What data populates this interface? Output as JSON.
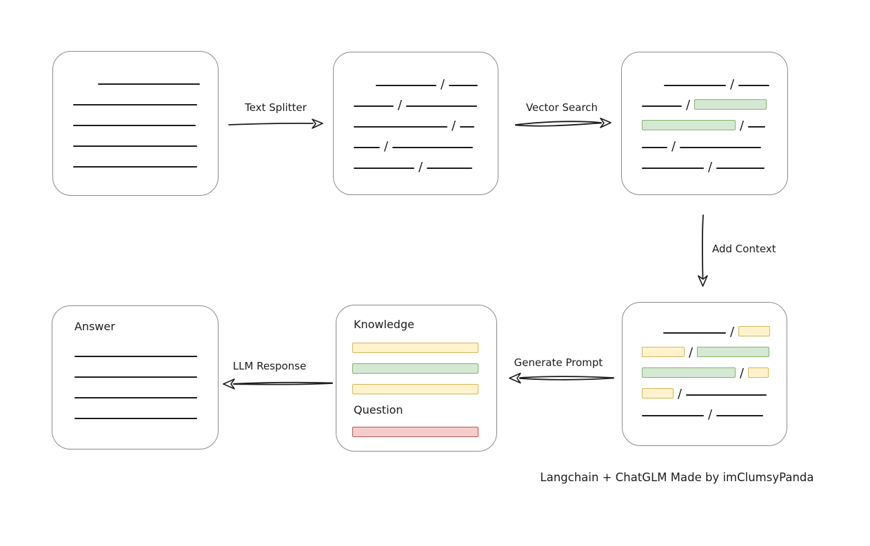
{
  "caption": "Langchain + ChatGLM Made by imClumsyPanda",
  "labels": {
    "text_splitter": "Text Splitter",
    "vector_search": "Vector Search",
    "add_context": "Add Context",
    "generate_prompt": "Generate Prompt",
    "llm_response": "LLM Response",
    "knowledge": "Knowledge",
    "question": "Question",
    "answer": "Answer"
  },
  "colors": {
    "canvas_bg": "#ffffff",
    "box_border": "#8a8a8a",
    "stroke": "#1b1b1b",
    "green_fill": "#d5e8d4",
    "green_border": "#82b366",
    "yellow_fill": "#fff2cc",
    "yellow_border": "#d6b656",
    "red_fill": "#f4cccc",
    "red_border": "#b85450"
  },
  "boxes": {
    "document": {
      "rows": [
        [
          {
            "t": "space",
            "w": 30
          },
          {
            "t": "line",
            "w": 148
          }
        ],
        [
          {
            "t": "line",
            "w": 180
          }
        ],
        [
          {
            "t": "line",
            "w": 178
          }
        ],
        [
          {
            "t": "line",
            "w": 180
          }
        ],
        [
          {
            "t": "line",
            "w": 180
          }
        ]
      ]
    },
    "split_chunks": {
      "rows": [
        [
          {
            "t": "space",
            "w": 26
          },
          {
            "t": "line",
            "w": 88
          },
          {
            "t": "slash"
          },
          {
            "t": "line",
            "w": 42
          }
        ],
        [
          {
            "t": "line",
            "w": 58
          },
          {
            "t": "slash"
          },
          {
            "t": "line",
            "w": 103
          }
        ],
        [
          {
            "t": "line",
            "w": 136
          },
          {
            "t": "slash"
          },
          {
            "t": "line",
            "w": 21
          }
        ],
        [
          {
            "t": "line",
            "w": 38
          },
          {
            "t": "slash"
          },
          {
            "t": "line",
            "w": 117
          }
        ],
        [
          {
            "t": "line",
            "w": 88
          },
          {
            "t": "slash"
          },
          {
            "t": "line",
            "w": 66
          }
        ]
      ]
    },
    "matched_chunks": {
      "rows": [
        [
          {
            "t": "space",
            "w": 26
          },
          {
            "t": "line",
            "w": 90
          },
          {
            "t": "slash"
          },
          {
            "t": "line",
            "w": 45
          }
        ],
        [
          {
            "t": "line",
            "w": 58
          },
          {
            "t": "slash"
          },
          {
            "t": "chunk",
            "c": "green",
            "w": 105
          }
        ],
        [
          {
            "t": "chunk",
            "c": "green",
            "w": 136
          },
          {
            "t": "slash"
          },
          {
            "t": "line",
            "w": 25
          }
        ],
        [
          {
            "t": "line",
            "w": 37
          },
          {
            "t": "slash"
          },
          {
            "t": "line",
            "w": 118
          }
        ],
        [
          {
            "t": "line",
            "w": 90
          },
          {
            "t": "slash"
          },
          {
            "t": "line",
            "w": 70
          }
        ]
      ]
    },
    "context_chunks": {
      "rows": [
        [
          {
            "t": "space",
            "w": 26
          },
          {
            "t": "line",
            "w": 93
          },
          {
            "t": "slash"
          },
          {
            "t": "chunk",
            "c": "yellow",
            "w": 47
          }
        ],
        [
          {
            "t": "chunk",
            "c": "yellow",
            "w": 62
          },
          {
            "t": "slash"
          },
          {
            "t": "chunk",
            "c": "green",
            "w": 105
          }
        ],
        [
          {
            "t": "chunk",
            "c": "green",
            "w": 136
          },
          {
            "t": "slash"
          },
          {
            "t": "chunk",
            "c": "yellow",
            "w": 30
          }
        ],
        [
          {
            "t": "chunk",
            "c": "yellow",
            "w": 46
          },
          {
            "t": "slash"
          },
          {
            "t": "line",
            "w": 117
          }
        ],
        [
          {
            "t": "line",
            "w": 90
          },
          {
            "t": "slash"
          },
          {
            "t": "line",
            "w": 68
          }
        ]
      ]
    },
    "prompt": {
      "knowledge_rows": [
        [
          {
            "t": "chunk",
            "c": "yellow",
            "w": 183
          }
        ],
        [
          {
            "t": "chunk",
            "c": "green",
            "w": 183
          }
        ],
        [
          {
            "t": "chunk",
            "c": "yellow",
            "w": 183
          }
        ]
      ],
      "question_rows": [
        [
          {
            "t": "chunk",
            "c": "red",
            "w": 183
          }
        ]
      ]
    },
    "answer": {
      "rows": [
        [
          {
            "t": "line",
            "w": 178
          }
        ],
        [
          {
            "t": "line",
            "w": 178
          }
        ],
        [
          {
            "t": "line",
            "w": 178
          }
        ],
        [
          {
            "t": "line",
            "w": 178
          }
        ]
      ]
    }
  }
}
